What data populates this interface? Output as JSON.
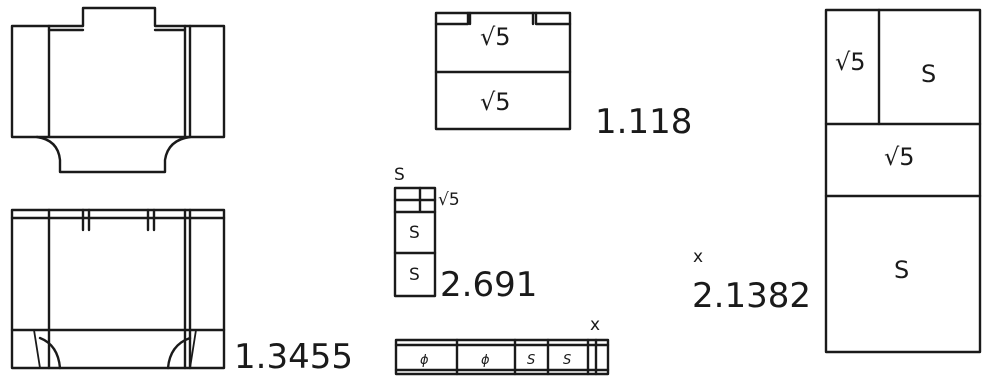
{
  "figures": {
    "fig_top_right_box": {
      "label_top": "√5",
      "label_bottom": "√5",
      "ratio": "1.118"
    },
    "fig_mid_column": {
      "label_top_left": "S",
      "label_top_right": "√5",
      "label_cell_1": "S",
      "label_cell_2": "S",
      "ratio": "2.691"
    },
    "fig_bottom_strip": {
      "corner_mark": "x",
      "cells": [
        "ϕ",
        "ϕ",
        "S",
        "S"
      ]
    },
    "fig_bottom_left": {
      "ratio": "1.3455"
    },
    "fig_tall_box": {
      "side_mark": "x",
      "ratio": "2.1382",
      "label_top_left": "√5",
      "label_top_right": "S",
      "label_middle": "√5",
      "label_bottom": "S"
    }
  }
}
